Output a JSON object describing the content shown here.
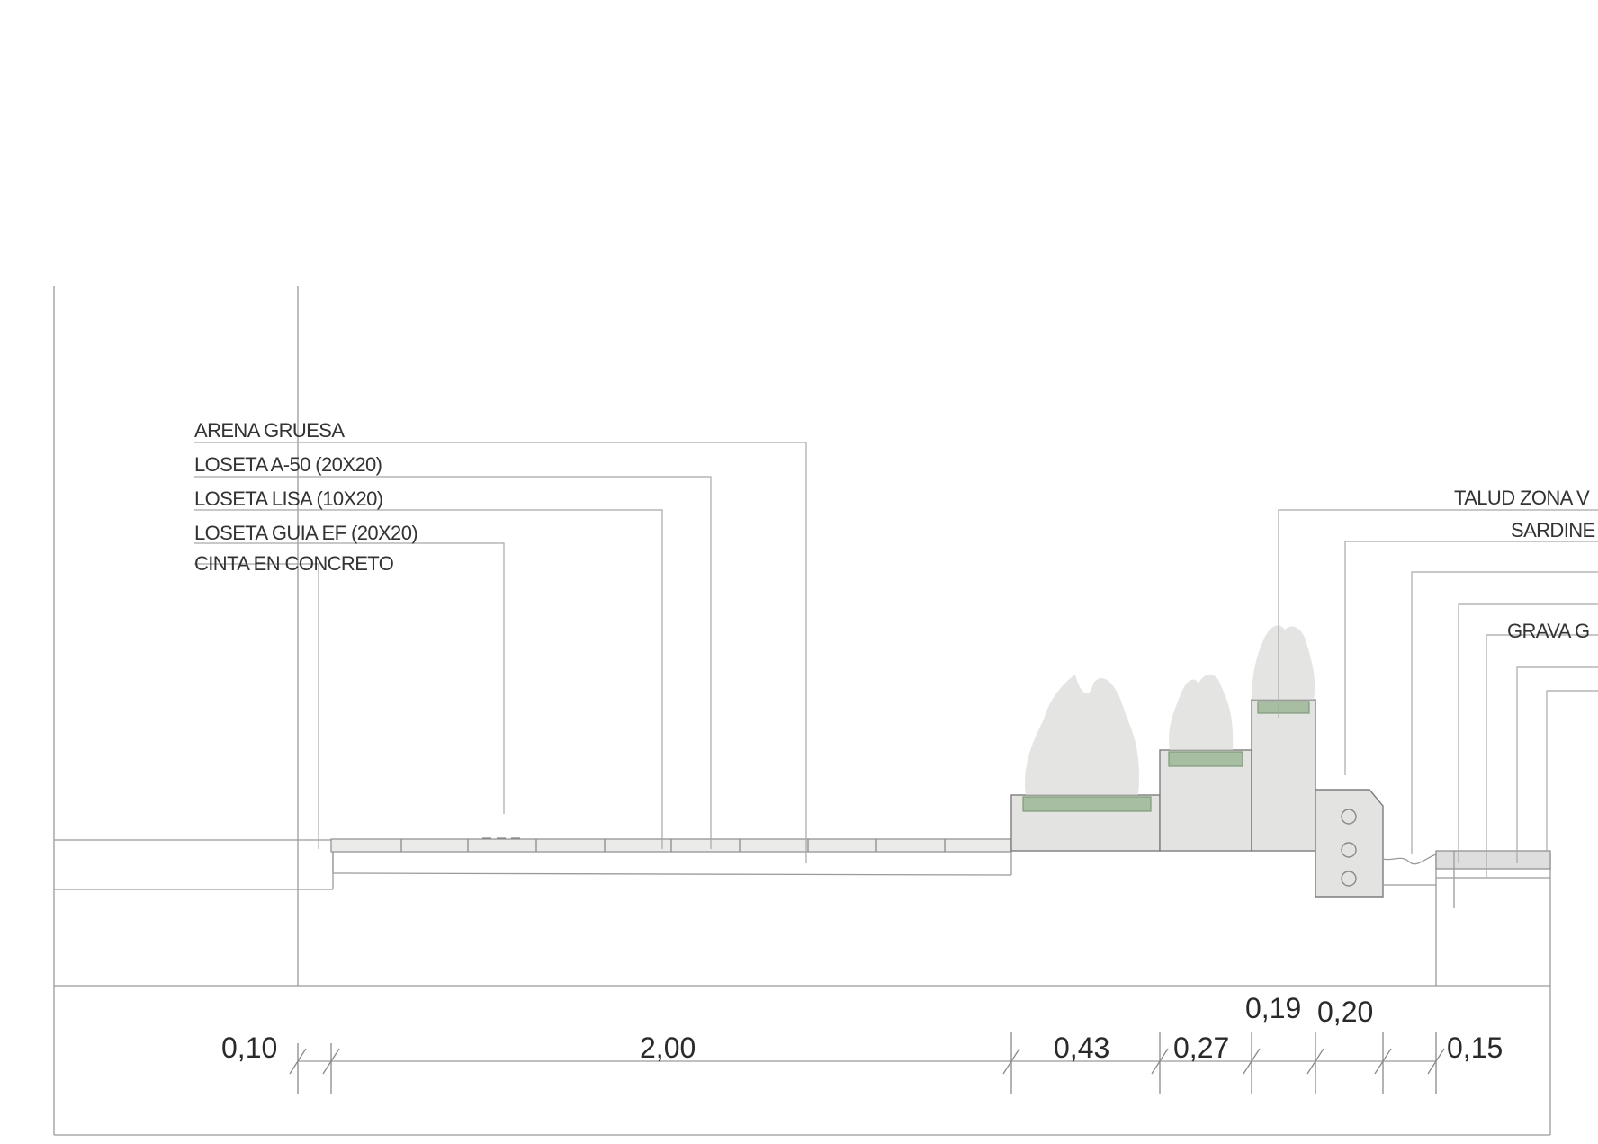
{
  "labels_left": [
    "ARENA GRUESA",
    "LOSETA A-50 (20X20)",
    "LOSETA LISA (10X20)",
    "LOSETA GUIA EF (20X20)",
    "CINTA EN CONCRETO"
  ],
  "labels_right": [
    "TALUD ZONA V",
    "SARDINE",
    "GRAVA G"
  ],
  "dimensions": [
    "0,10",
    "2,00",
    "0,43",
    "0,27",
    "0,19",
    "0,20",
    "0,15"
  ],
  "colors": {
    "line": "#9a9a9a",
    "block_fill": "#e3e3e1",
    "planting_strip": "#a8bea2",
    "foliage": "#d9dad7"
  },
  "icons": [
    "drain-pipe-circle",
    "shrub-foliage"
  ]
}
